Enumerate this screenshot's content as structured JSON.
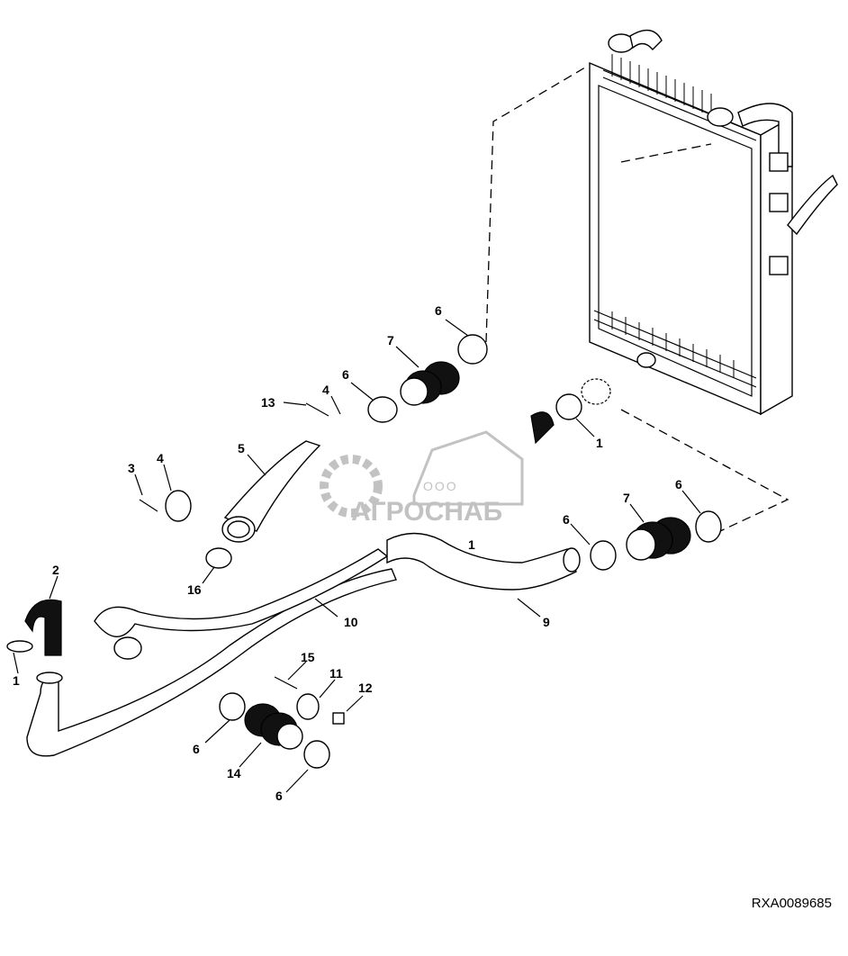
{
  "diagram": {
    "figure_id": "RXA0089685",
    "watermark": {
      "brand": "АГРОСНАБ",
      "prefix": "ООО"
    },
    "callouts": [
      {
        "id": "c6a",
        "text": "6"
      },
      {
        "id": "c7a",
        "text": "7"
      },
      {
        "id": "c6b",
        "text": "6"
      },
      {
        "id": "c13",
        "text": "13"
      },
      {
        "id": "c4a",
        "text": "4"
      },
      {
        "id": "c1a",
        "text": "1"
      },
      {
        "id": "c3",
        "text": "3"
      },
      {
        "id": "c4b",
        "text": "4"
      },
      {
        "id": "c5",
        "text": "5"
      },
      {
        "id": "c16",
        "text": "16"
      },
      {
        "id": "c1b",
        "text": "1"
      },
      {
        "id": "c2",
        "text": "2"
      },
      {
        "id": "c1c",
        "text": "1"
      },
      {
        "id": "c10",
        "text": "10"
      },
      {
        "id": "c9",
        "text": "9"
      },
      {
        "id": "c6c",
        "text": "6"
      },
      {
        "id": "c7b",
        "text": "7"
      },
      {
        "id": "c6d",
        "text": "6"
      },
      {
        "id": "c15",
        "text": "15"
      },
      {
        "id": "c11",
        "text": "11"
      },
      {
        "id": "c12",
        "text": "12"
      },
      {
        "id": "c6e",
        "text": "6"
      },
      {
        "id": "c14",
        "text": "14"
      },
      {
        "id": "c6f",
        "text": "6"
      }
    ]
  }
}
